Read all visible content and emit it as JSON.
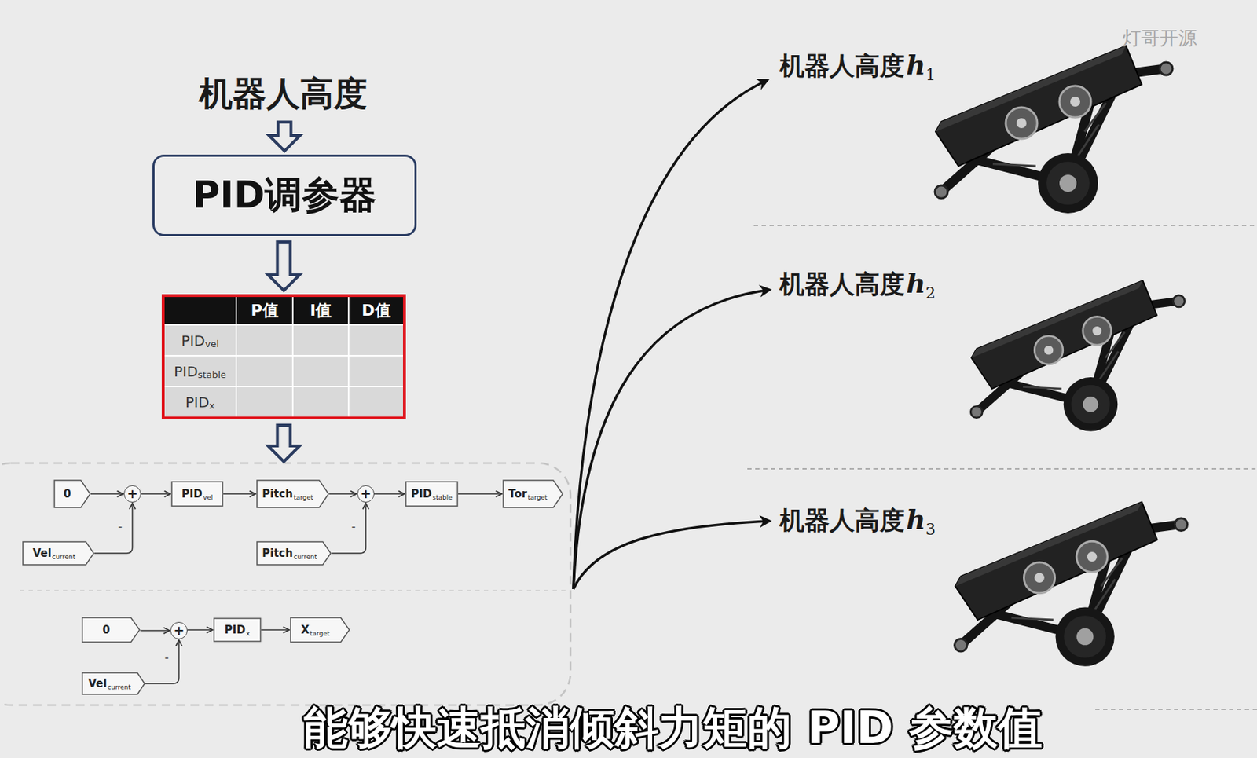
{
  "diagram": {
    "title": "机器人高度",
    "caption": "能够快速抵消倾斜力矩的 PID 参数值",
    "nodes": [
      {
        "text": [
          "PID调参器"
        ]
      },
      {
        "text": [
          "P值",
          "I值",
          "D值",
          "PID",
          "vel",
          "PID",
          "stable",
          "PID",
          "x"
        ]
      },
      {
        "text": [
          "0"
        ]
      },
      {
        "text": [
          "+"
        ]
      },
      {
        "text": [
          "PID",
          "vel"
        ]
      },
      {
        "text": [
          "Pitch",
          "target"
        ]
      },
      {
        "text": [
          "+"
        ]
      },
      {
        "text": [
          "PID",
          "stable"
        ]
      },
      {
        "text": [
          "Tor",
          "target"
        ]
      },
      {
        "text": [
          "Vel",
          "current"
        ]
      },
      {
        "text": [
          "Pitch",
          "current"
        ]
      },
      {
        "text": [
          "0"
        ]
      },
      {
        "text": [
          "+"
        ]
      },
      {
        "text": [
          "PID",
          "x"
        ]
      },
      {
        "text": [
          "X",
          "target"
        ]
      },
      {
        "text": [
          "Vel",
          "current"
        ]
      }
    ],
    "edges": [
      {
        "from": 0,
        "to": 1,
        "arrow": "to"
      },
      {
        "from": 2,
        "to": 3,
        "arrow": "to"
      },
      {
        "from": 9,
        "to": 3,
        "arrow": "to"
      },
      {
        "from": 3,
        "to": 4,
        "arrow": "to"
      },
      {
        "from": 4,
        "to": 5,
        "arrow": "to"
      },
      {
        "from": 5,
        "to": 6,
        "arrow": "to"
      },
      {
        "from": 10,
        "to": 6,
        "arrow": "to"
      },
      {
        "from": 6,
        "to": 7,
        "arrow": "to"
      },
      {
        "from": 7,
        "to": 8,
        "arrow": "to"
      },
      {
        "from": 11,
        "to": 12,
        "arrow": "to"
      },
      {
        "from": 15,
        "to": 12,
        "arrow": "to"
      },
      {
        "from": 12,
        "to": 13,
        "arrow": "to"
      },
      {
        "from": 13,
        "to": 14,
        "arrow": "to"
      }
    ],
    "labels": [
      "灯哥开源",
      "机器人高度",
      "h",
      "1",
      "机器人高度",
      "h",
      "2",
      "机器人高度",
      "h",
      "3",
      "-",
      "-",
      "-"
    ]
  }
}
